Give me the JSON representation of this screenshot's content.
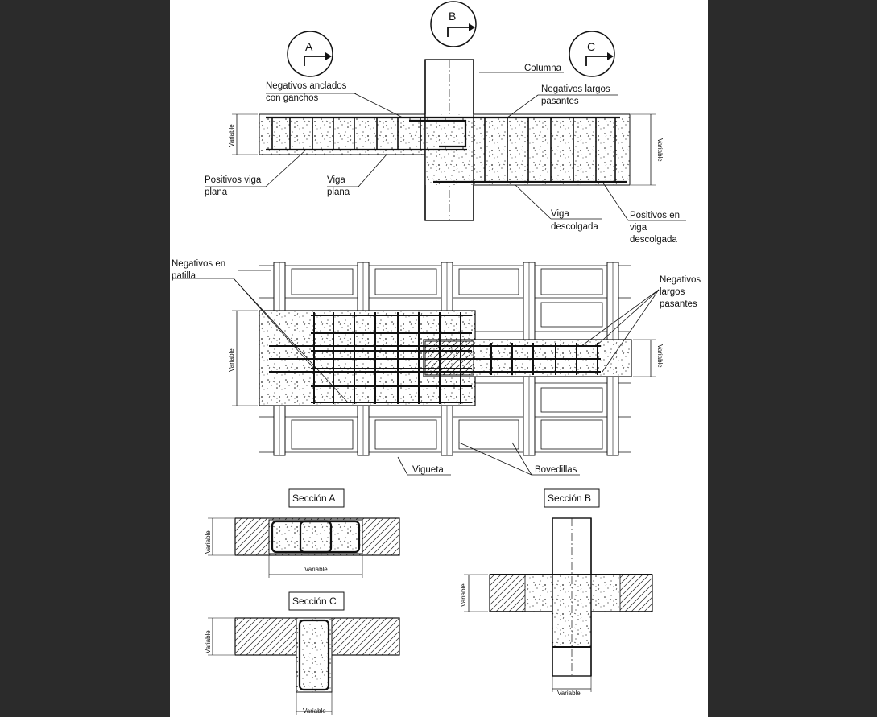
{
  "section_markers": {
    "a": "A",
    "b": "B",
    "c": "C"
  },
  "labels": {
    "columna": "Columna",
    "neg_anclados_1": "Negativos anclados",
    "neg_anclados_2": "con ganchos",
    "neg_largos_1": "Negativos largos",
    "neg_largos_2": "pasantes",
    "pos_viga_1": "Positivos viga",
    "pos_viga_2": "plana",
    "viga_plana_1": "Viga",
    "viga_plana_2": "plana",
    "viga_desc_1": "Viga",
    "viga_desc_2": "descolgada",
    "pos_desc_1": "Positivos en",
    "pos_desc_2": "viga",
    "pos_desc_3": "descolgada",
    "neg_patilla_1": "Negativos en",
    "neg_patilla_2": "patilla",
    "neg_largos_b1": "Negativos",
    "neg_largos_b2": "largos",
    "neg_largos_b3": "pasantes",
    "vigueta": "Vigueta",
    "bovedillas": "Bovedillas",
    "variable": "Variable"
  },
  "section_titles": {
    "a": "Sección A",
    "b": "Sección B",
    "c": "Sección C"
  }
}
